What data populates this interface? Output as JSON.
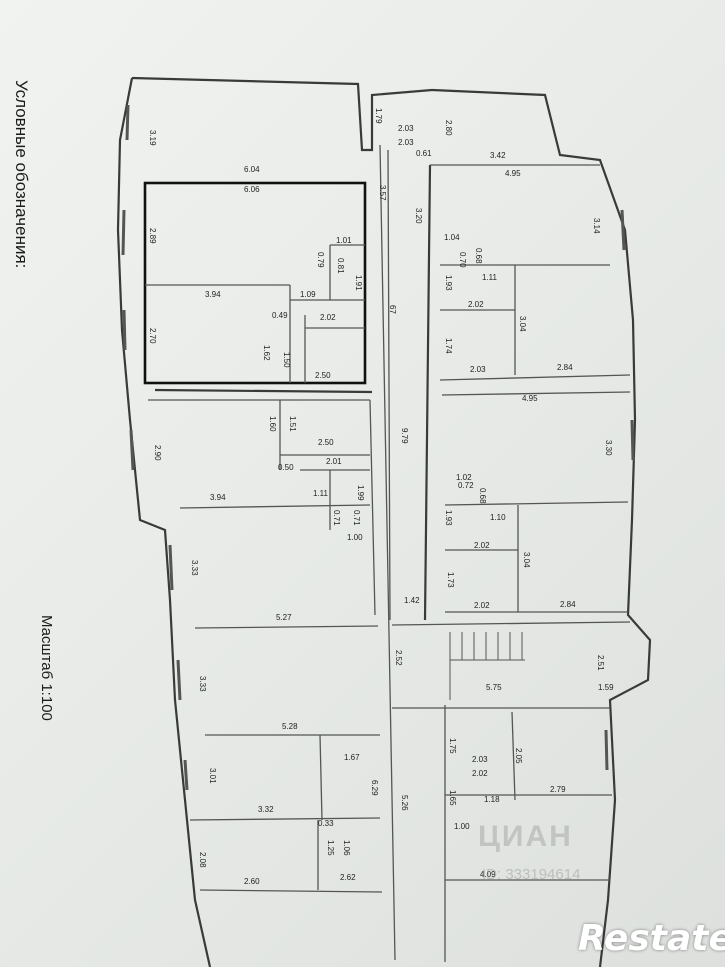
{
  "document": {
    "legend_title": "Условные обозначения:",
    "scale_label": "Масштаб 1:100"
  },
  "dims": {
    "d3_19": "3.19",
    "d6_04": "6.04",
    "d6_06": "6.06",
    "d2_89": "2.89",
    "d1_01": "1.01",
    "d0_79": "0.79",
    "d0_81": "0.81",
    "d1_91": "1.91",
    "d3_94a": "3.94",
    "d1_09": "1.09",
    "d0_49": "0.49",
    "d2_02a": "2.02",
    "d2_70": "2.70",
    "d1_62": "1.62",
    "d1_50": "1.50",
    "d2_50a": "2.50",
    "d1_60": "1.60",
    "d1_51": "1.51",
    "d2_50b": "2.50",
    "d2_90": "2.90",
    "d0_50": "0.50",
    "d2_01": "2.01",
    "d1_11a": "1.11",
    "d1_99": "1.99",
    "d3_94b": "3.94",
    "d0_71a": "0.71",
    "d0_71b": "0.71",
    "d1_00a": "1.00",
    "d3_33a": "3.33",
    "d5_27": "5.27",
    "d3_33b": "3.33",
    "d5_28": "5.28",
    "d1_67": "1.67",
    "d3_01": "3.01",
    "d3_32": "3.32",
    "d6_29": "6.29",
    "d0_33": "0.33",
    "d1_25": "1.25",
    "d1_06": "1.06",
    "d2_08": "2.08",
    "d2_60": "2.60",
    "d2_62": "2.62",
    "d1_79": "1.79",
    "d2_03a": "2.03",
    "d2_03b": "2.03",
    "d0_61": "0.61",
    "d2_80": "2.80",
    "d3_42": "3.42",
    "d3_57": "3.57",
    "d3_20a": "3.20",
    "d4_95a": "4.95",
    "d3_14": "3.14",
    "d1_04": "1.04",
    "d0_68a": "0.68",
    "d0_70": "0.70",
    "d1_11b": "1.11",
    "d1_93a": "1.93",
    "d2_02b": "2.02",
    "d3_04a": "3.04",
    "d1_74": "1.74",
    "d2_03c": "2.03",
    "d2_84a": "2.84",
    "d67": "67",
    "d9_79": "9.79",
    "d4_95b": "4.95",
    "d3_30": "3.30",
    "d1_02": "1.02",
    "d0_72": "0.72",
    "d0_68b": "0.68",
    "d1_10": "1.10",
    "d1_93b": "1.93",
    "d2_02c": "2.02",
    "d3_04b": "3.04",
    "d1_73": "1.73",
    "d2_02d": "2.02",
    "d2_84b": "2.84",
    "d1_42": "1.42",
    "d2_52": "2.52",
    "d5_75": "5.75",
    "d2_51": "2.51",
    "d1_59": "1.59",
    "d1_75": "1.75",
    "d2_03d": "2.03",
    "d2_02e": "2.02",
    "d2_05": "2.05",
    "d1_65": "1.65",
    "d1_18": "1.18",
    "d2_79": "2.79",
    "d1_00b": "1.00",
    "d4_09": "4.09",
    "d5_26": "5.26"
  },
  "watermarks": {
    "cian": "ЦИАН",
    "cian_id": "ID: 333194614",
    "restate": "Restate"
  }
}
